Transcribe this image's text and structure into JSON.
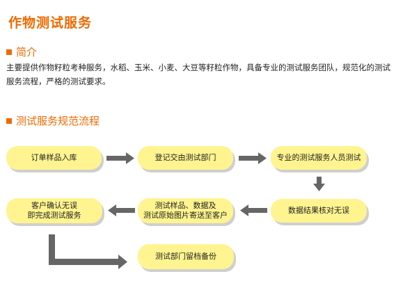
{
  "header": {
    "title": "作物测试服务"
  },
  "intro": {
    "heading": "简介",
    "text": "主要提供作物籽粒考种服务，水稻、玉米、小麦、大豆等籽粒作物，具备专业的测试服务团队，规范化的测试服务流程，严格的测试要求。"
  },
  "process": {
    "heading": "测试服务规范流程",
    "steps": [
      {
        "label": "订单样品入库"
      },
      {
        "label": "登记交由测试部门"
      },
      {
        "label": "专业的测试服务人员测试"
      },
      {
        "label": "数据结果核对无误"
      },
      {
        "label": "测试样品、数据及\n测试原始图片寄送至客户"
      },
      {
        "label": "客户确认无误\n即完成测试服务"
      },
      {
        "label": "测试部门留档备份"
      }
    ]
  },
  "colors": {
    "accent": "#ef6a00",
    "node_fill": "#fff48f",
    "arrow": "#666666"
  }
}
